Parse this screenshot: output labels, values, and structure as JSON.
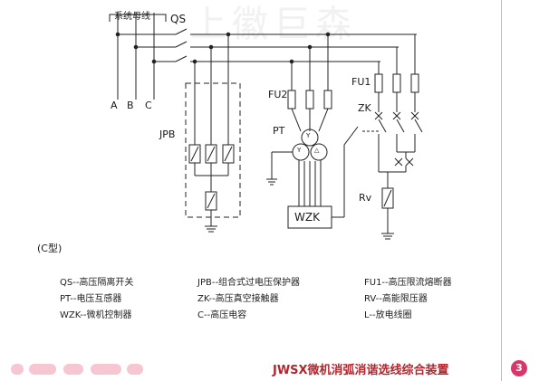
{
  "watermark": "上徽巨森",
  "diagram": {
    "bus_label": "系统母线",
    "labels": {
      "qs": "QS",
      "phase_a": "A",
      "phase_b": "B",
      "phase_c": "C",
      "jpb": "JPB",
      "fu2": "FU2",
      "pt": "PT",
      "fu1": "FU1",
      "zk": "ZK",
      "rv": "Rv",
      "wzk": "WZK",
      "pt_y1": "Y",
      "pt_y2": "Y",
      "pt_d": "△"
    }
  },
  "model_label": "(C型)",
  "legend": [
    {
      "text": "QS--高压隔离开关"
    },
    {
      "text": "JPB--组合式过电压保护器"
    },
    {
      "text": "FU1--高压限流熔断器"
    },
    {
      "text": "PT--电压互感器"
    },
    {
      "text": "ZK--高压真空接触器"
    },
    {
      "text": "RV--高能限压器"
    },
    {
      "text": "WZK--微机控制器"
    },
    {
      "text": "C--高压电容"
    },
    {
      "text": "L--放电线圈"
    }
  ],
  "footer": {
    "title": "JWSX微机消弧消谐选线综合装置",
    "page_number": "3"
  },
  "colors": {
    "accent": "#b3262e",
    "badge": "#d9376b",
    "rule": "#e9a6b5"
  }
}
